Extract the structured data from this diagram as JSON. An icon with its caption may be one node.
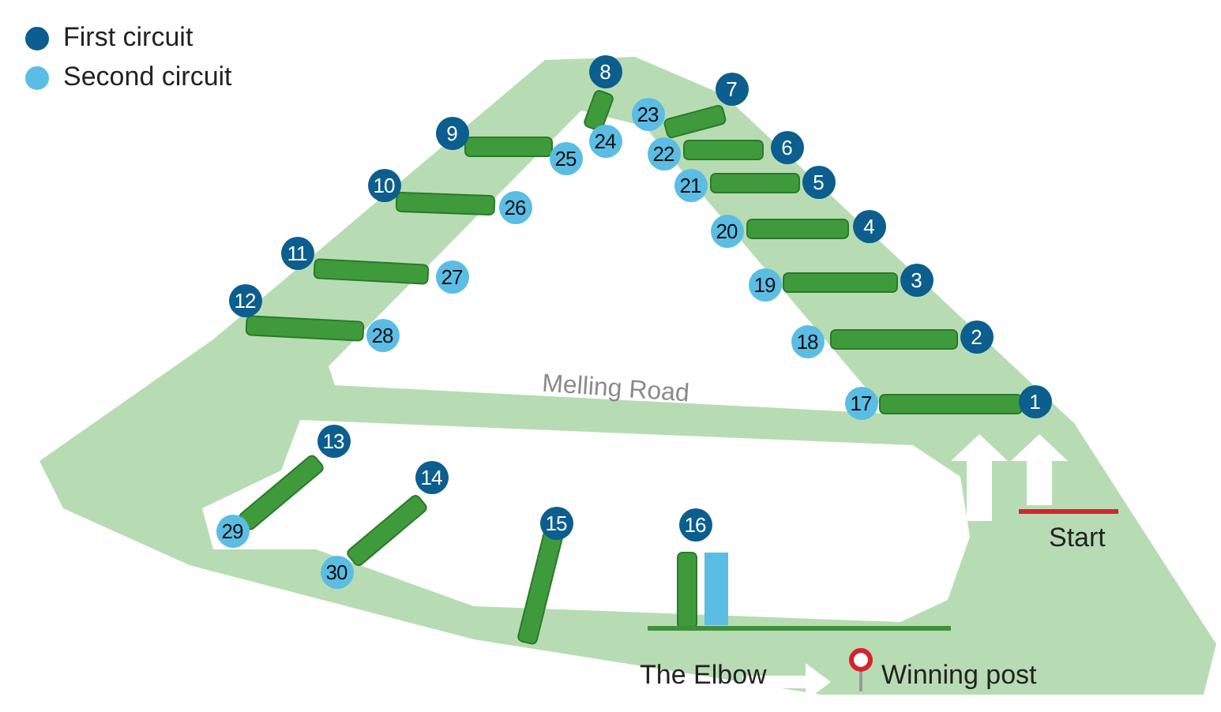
{
  "diagram": {
    "nodes": [
      {
        "text": [
          "8"
        ]
      },
      {
        "text": [
          "7"
        ]
      },
      {
        "text": [
          "23"
        ]
      },
      {
        "text": [
          "9"
        ]
      },
      {
        "text": [
          "24"
        ]
      },
      {
        "text": [
          "6"
        ]
      },
      {
        "text": [
          "22"
        ]
      },
      {
        "text": [
          "25"
        ]
      },
      {
        "text": [
          "10"
        ]
      },
      {
        "text": [
          "21"
        ]
      },
      {
        "text": [
          "5"
        ]
      },
      {
        "text": [
          "26"
        ]
      },
      {
        "text": [
          "4"
        ]
      },
      {
        "text": [
          "20"
        ]
      },
      {
        "text": [
          "11"
        ]
      },
      {
        "text": [
          "27"
        ]
      },
      {
        "text": [
          "19"
        ]
      },
      {
        "text": [
          "3"
        ]
      },
      {
        "text": [
          "12"
        ]
      },
      {
        "text": [
          "28"
        ]
      },
      {
        "text": [
          "18"
        ]
      },
      {
        "text": [
          "2"
        ]
      },
      {
        "text": [
          "17"
        ]
      },
      {
        "text": [
          "1"
        ]
      },
      {
        "text": [
          "13"
        ]
      },
      {
        "text": [
          "14"
        ]
      },
      {
        "text": [
          "29"
        ]
      },
      {
        "text": [
          "15"
        ]
      },
      {
        "text": [
          "16"
        ]
      },
      {
        "text": [
          "30"
        ]
      }
    ],
    "labels": [
      "Melling Road",
      "Start",
      "The Elbow",
      "Winning post"
    ],
    "legend": [
      {
        "text": "First circuit",
        "color": "#0b5e8e"
      },
      {
        "text": "Second circuit",
        "color": "#5bbde4"
      }
    ]
  }
}
